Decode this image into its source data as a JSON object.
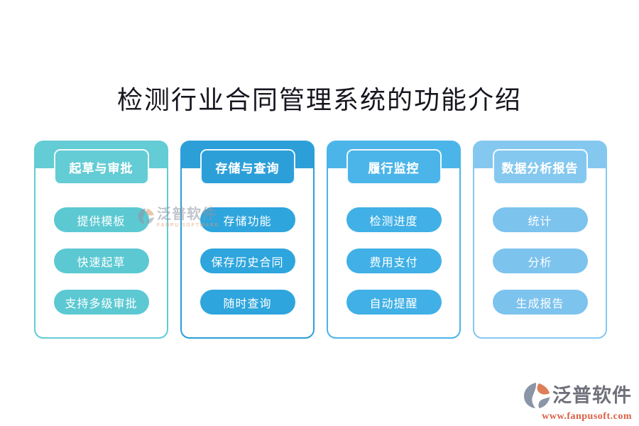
{
  "title": "检测行业合同管理系统的功能介绍",
  "title_color": "#16161F",
  "cards": [
    {
      "header": "起草与审批",
      "items": [
        "提供模板",
        "快速起草",
        "支持多级审批"
      ],
      "color": "#63CCD4",
      "pill_color": "#5CC9D2"
    },
    {
      "header": "存储与查询",
      "items": [
        "存储功能",
        "保存历史合同",
        "随时查询"
      ],
      "color": "#2C9FD8",
      "pill_color": "#2EA5DD"
    },
    {
      "header": "履行监控",
      "items": [
        "检测进度",
        "费用支付",
        "自动提醒"
      ],
      "color": "#4BB5E9",
      "pill_color": "#40B0E6"
    },
    {
      "header": "数据分析报告",
      "items": [
        "统计",
        "分析",
        "生成报告"
      ],
      "color": "#84C8F0",
      "pill_color": "#7CC3EE"
    }
  ],
  "watermark": {
    "brand": "泛普软件",
    "caption": "FANPU SOFTWARE",
    "icon": "fanpu-logo-icon"
  },
  "footer": {
    "brand": "泛普软件",
    "url": "www.fanpusoft.com",
    "icon": "fanpu-logo-icon",
    "brand_color": "#70707B",
    "url_color": "#DB5F43",
    "logo_gray": "#8B95A8",
    "logo_orange": "#DD7E57"
  }
}
